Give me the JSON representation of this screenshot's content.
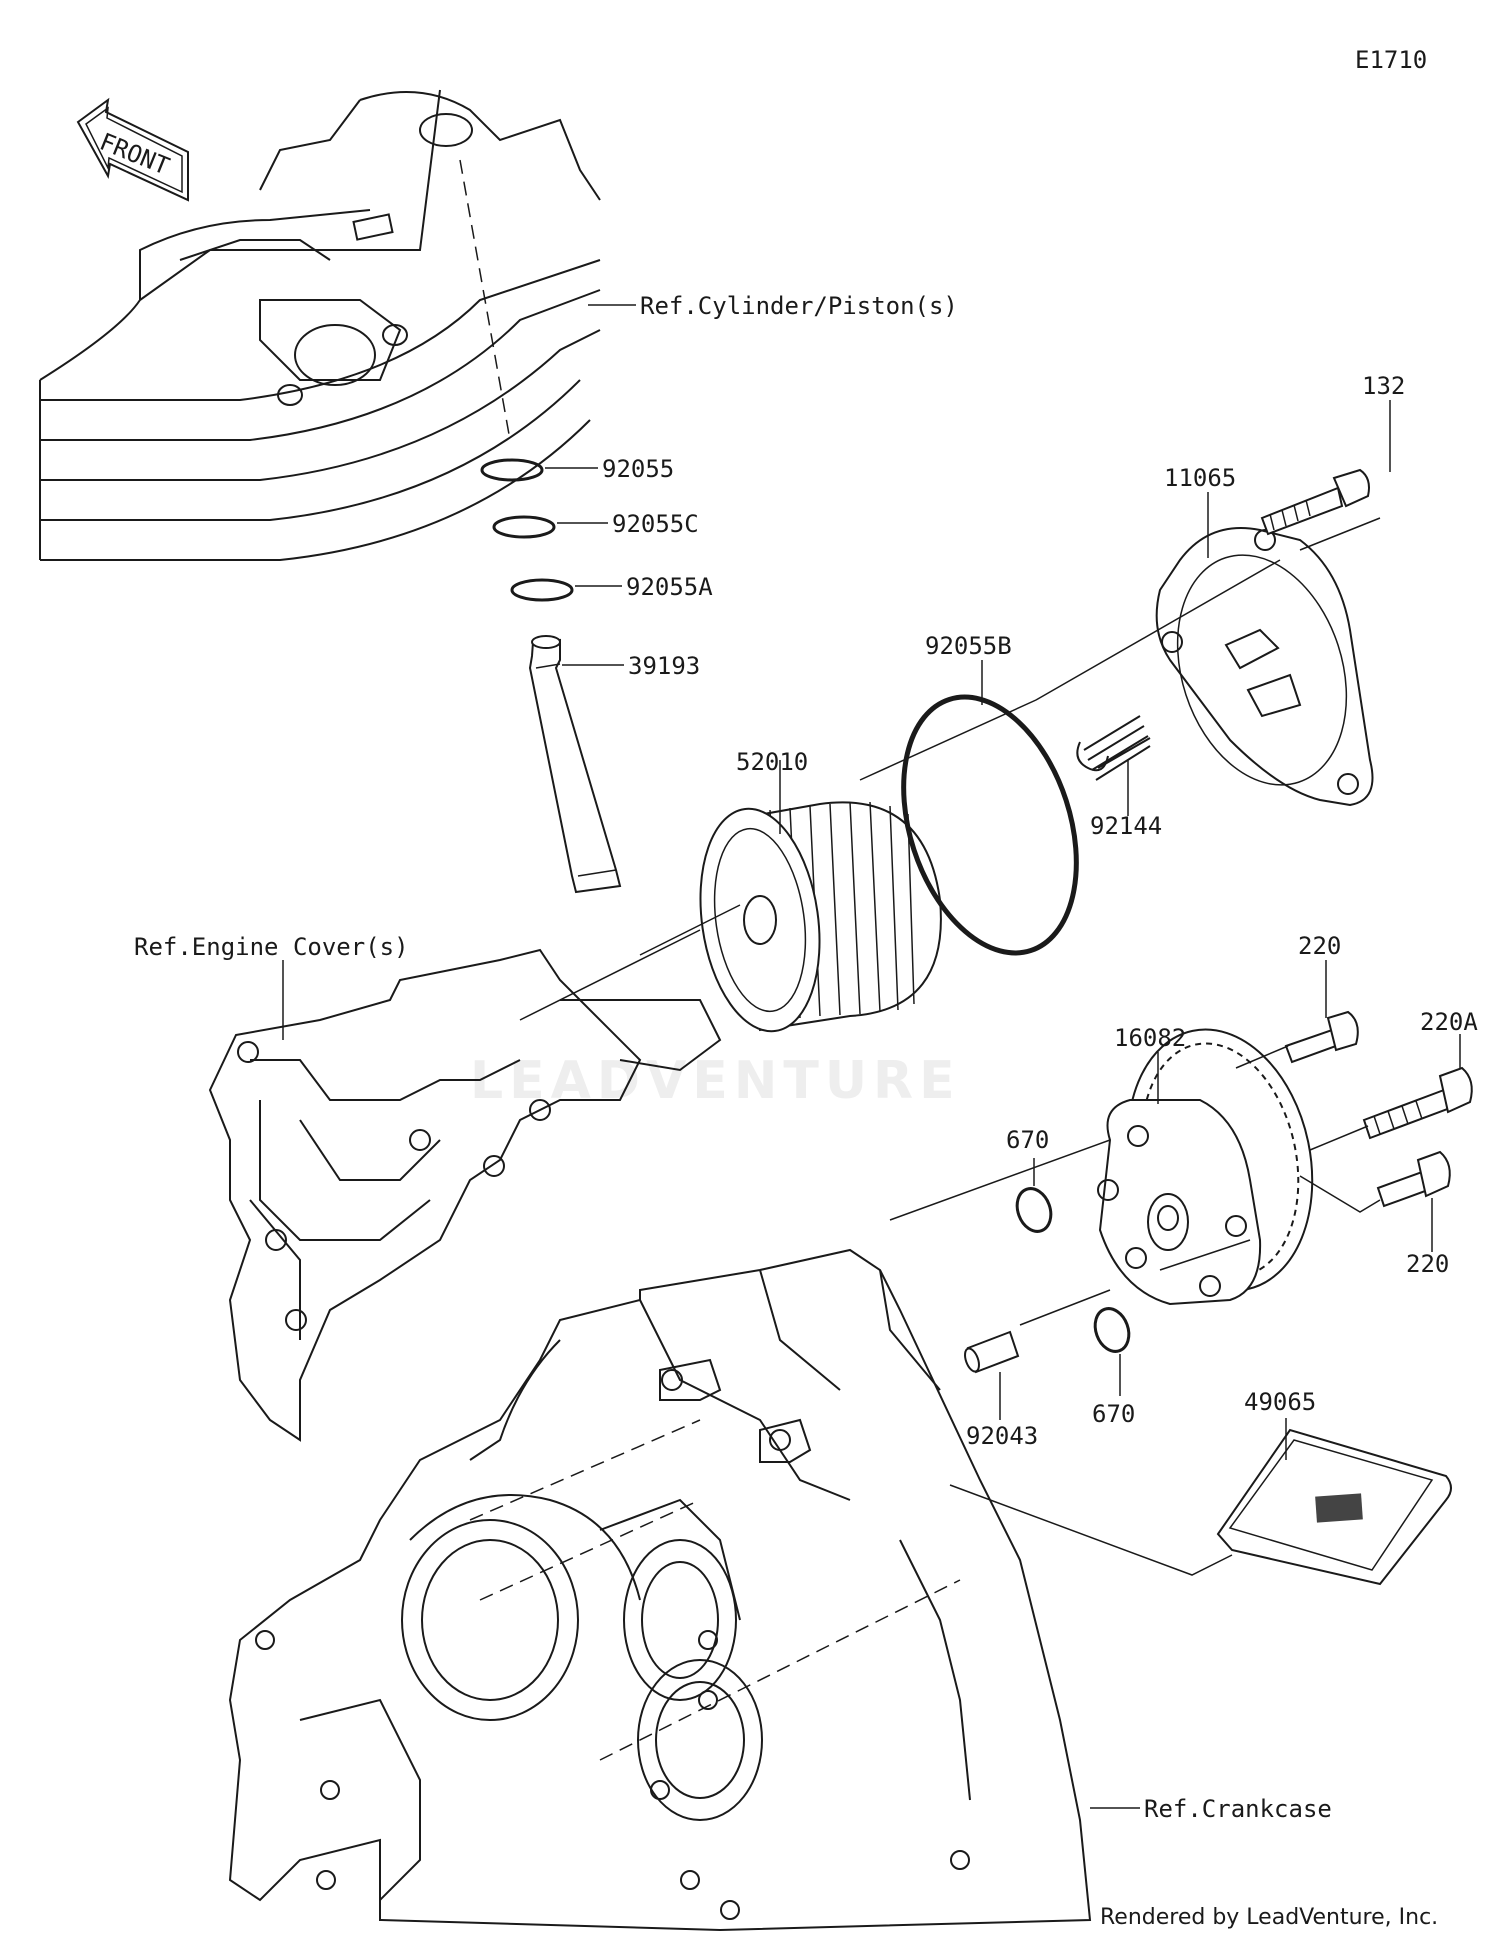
{
  "diagram_code": "E1710",
  "front_arrow_text": "FRONT",
  "watermark": "LEADVENTURE",
  "credit": "Rendered by LeadVenture, Inc.",
  "refs": {
    "cylinder": "Ref.Cylinder/Piston(s)",
    "engine_cover": "Ref.Engine Cover(s)",
    "crankcase": "Ref.Crankcase"
  },
  "parts": {
    "p92055": "92055",
    "p92055c": "92055C",
    "p92055a": "92055A",
    "p39193": "39193",
    "p52010": "52010",
    "p92055b": "92055B",
    "p11065": "11065",
    "p132": "132",
    "p92144": "92144",
    "p220_top": "220",
    "p16082": "16082",
    "p220a": "220A",
    "p670_top": "670",
    "p220_bottom": "220",
    "p92043": "92043",
    "p670_bottom": "670",
    "p49065": "49065"
  }
}
